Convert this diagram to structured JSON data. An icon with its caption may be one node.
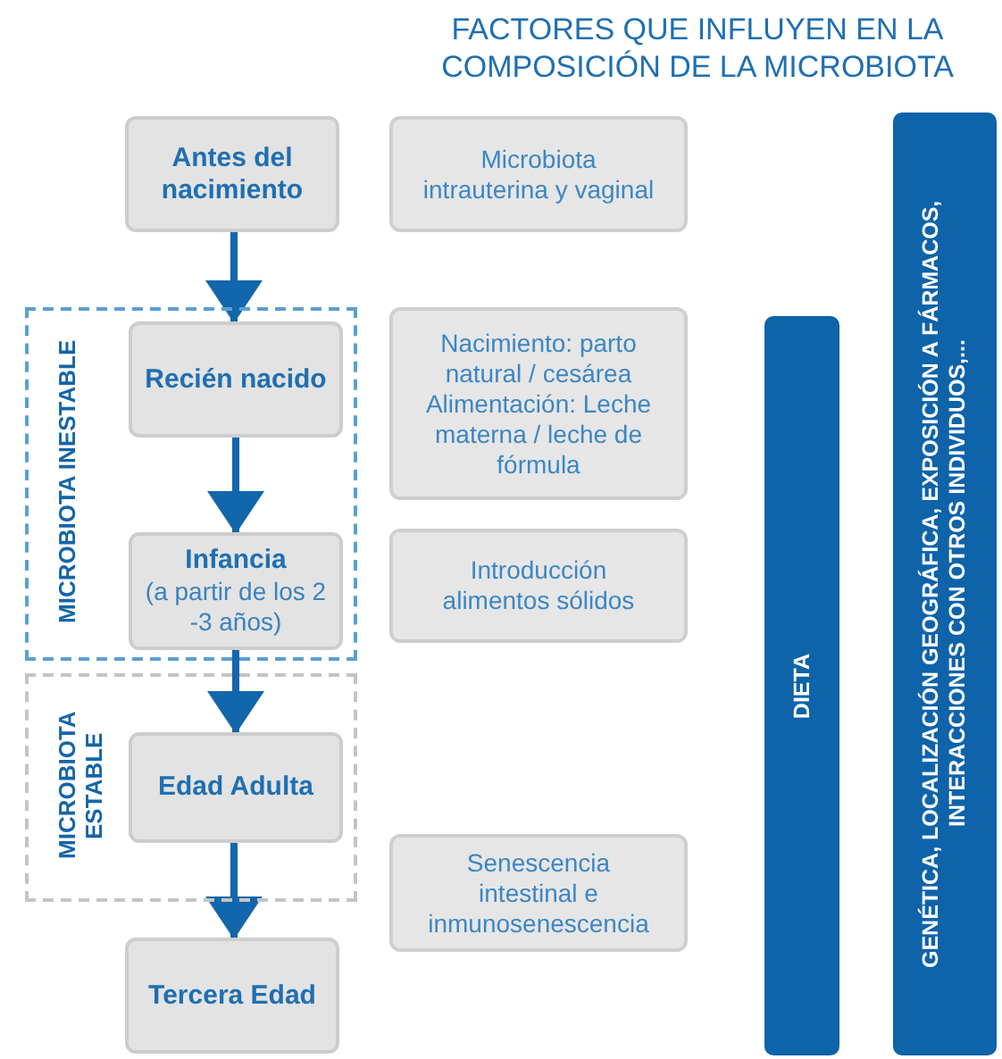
{
  "diagram": {
    "title": "FACTORES QUE INFLUYEN EN LA COMPOSICIÓN DE LA MICROBIOTA",
    "nodes": [
      {
        "text": [
          "Antes del nacimiento"
        ]
      },
      {
        "text": [
          "Microbiota intrauterina y vaginal"
        ]
      },
      {
        "text": [
          "MICROBIOTA INESTABLE"
        ]
      },
      {
        "text": [
          "Recién nacido"
        ],
        "in": 2
      },
      {
        "text": [
          "Nacimiento: parto natural / cesárea Alimentación: Leche materna / leche de fórmula"
        ]
      },
      {
        "text": [
          "Infancia",
          "(a partir de los 2 -3 años)"
        ],
        "in": 2
      },
      {
        "text": [
          "Introducción alimentos sólidos"
        ]
      },
      {
        "text": [
          "MICROBIOTA ESTABLE"
        ]
      },
      {
        "text": [
          "Edad Adulta"
        ],
        "in": 7
      },
      {
        "text": [
          "Senescencia intestinal e inmunosenescencia"
        ]
      },
      {
        "text": [
          "Tercera Edad"
        ]
      },
      {
        "text": [
          "DIETA"
        ]
      },
      {
        "text": [
          "GENÉTICA, LOCALIZACIÓN GEOGRÁFICA, EXPOSICIÓN A FÁRMACOS, INTERACCIONES CON OTROS INDIVIDUOS,..."
        ]
      }
    ],
    "edges": [
      {
        "from": 0,
        "to": 3,
        "arrow": "to"
      },
      {
        "from": 3,
        "to": 5,
        "arrow": "to"
      },
      {
        "from": 5,
        "to": 8,
        "arrow": "to"
      },
      {
        "from": 8,
        "to": 10,
        "arrow": "to"
      }
    ]
  }
}
